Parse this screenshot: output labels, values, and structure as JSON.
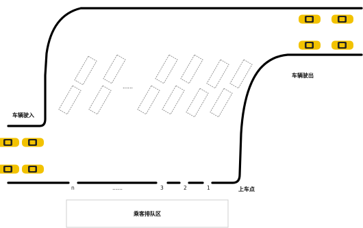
{
  "labels": {
    "entry": "车辆驶入",
    "exit": "车辆驶出",
    "boarding_point": "上车点",
    "queue_area": "乘客排队区",
    "dots_top": "……",
    "dots_bottom": "……"
  },
  "boarding_spots": [
    "n",
    "3",
    "2",
    "1"
  ],
  "colors": {
    "road": "#000000",
    "taxi_body": "#f2c200",
    "taxi_cabin": "#222222",
    "parking_slot": "#8a8a8a"
  },
  "icons": {
    "taxi": "taxi-icon"
  }
}
